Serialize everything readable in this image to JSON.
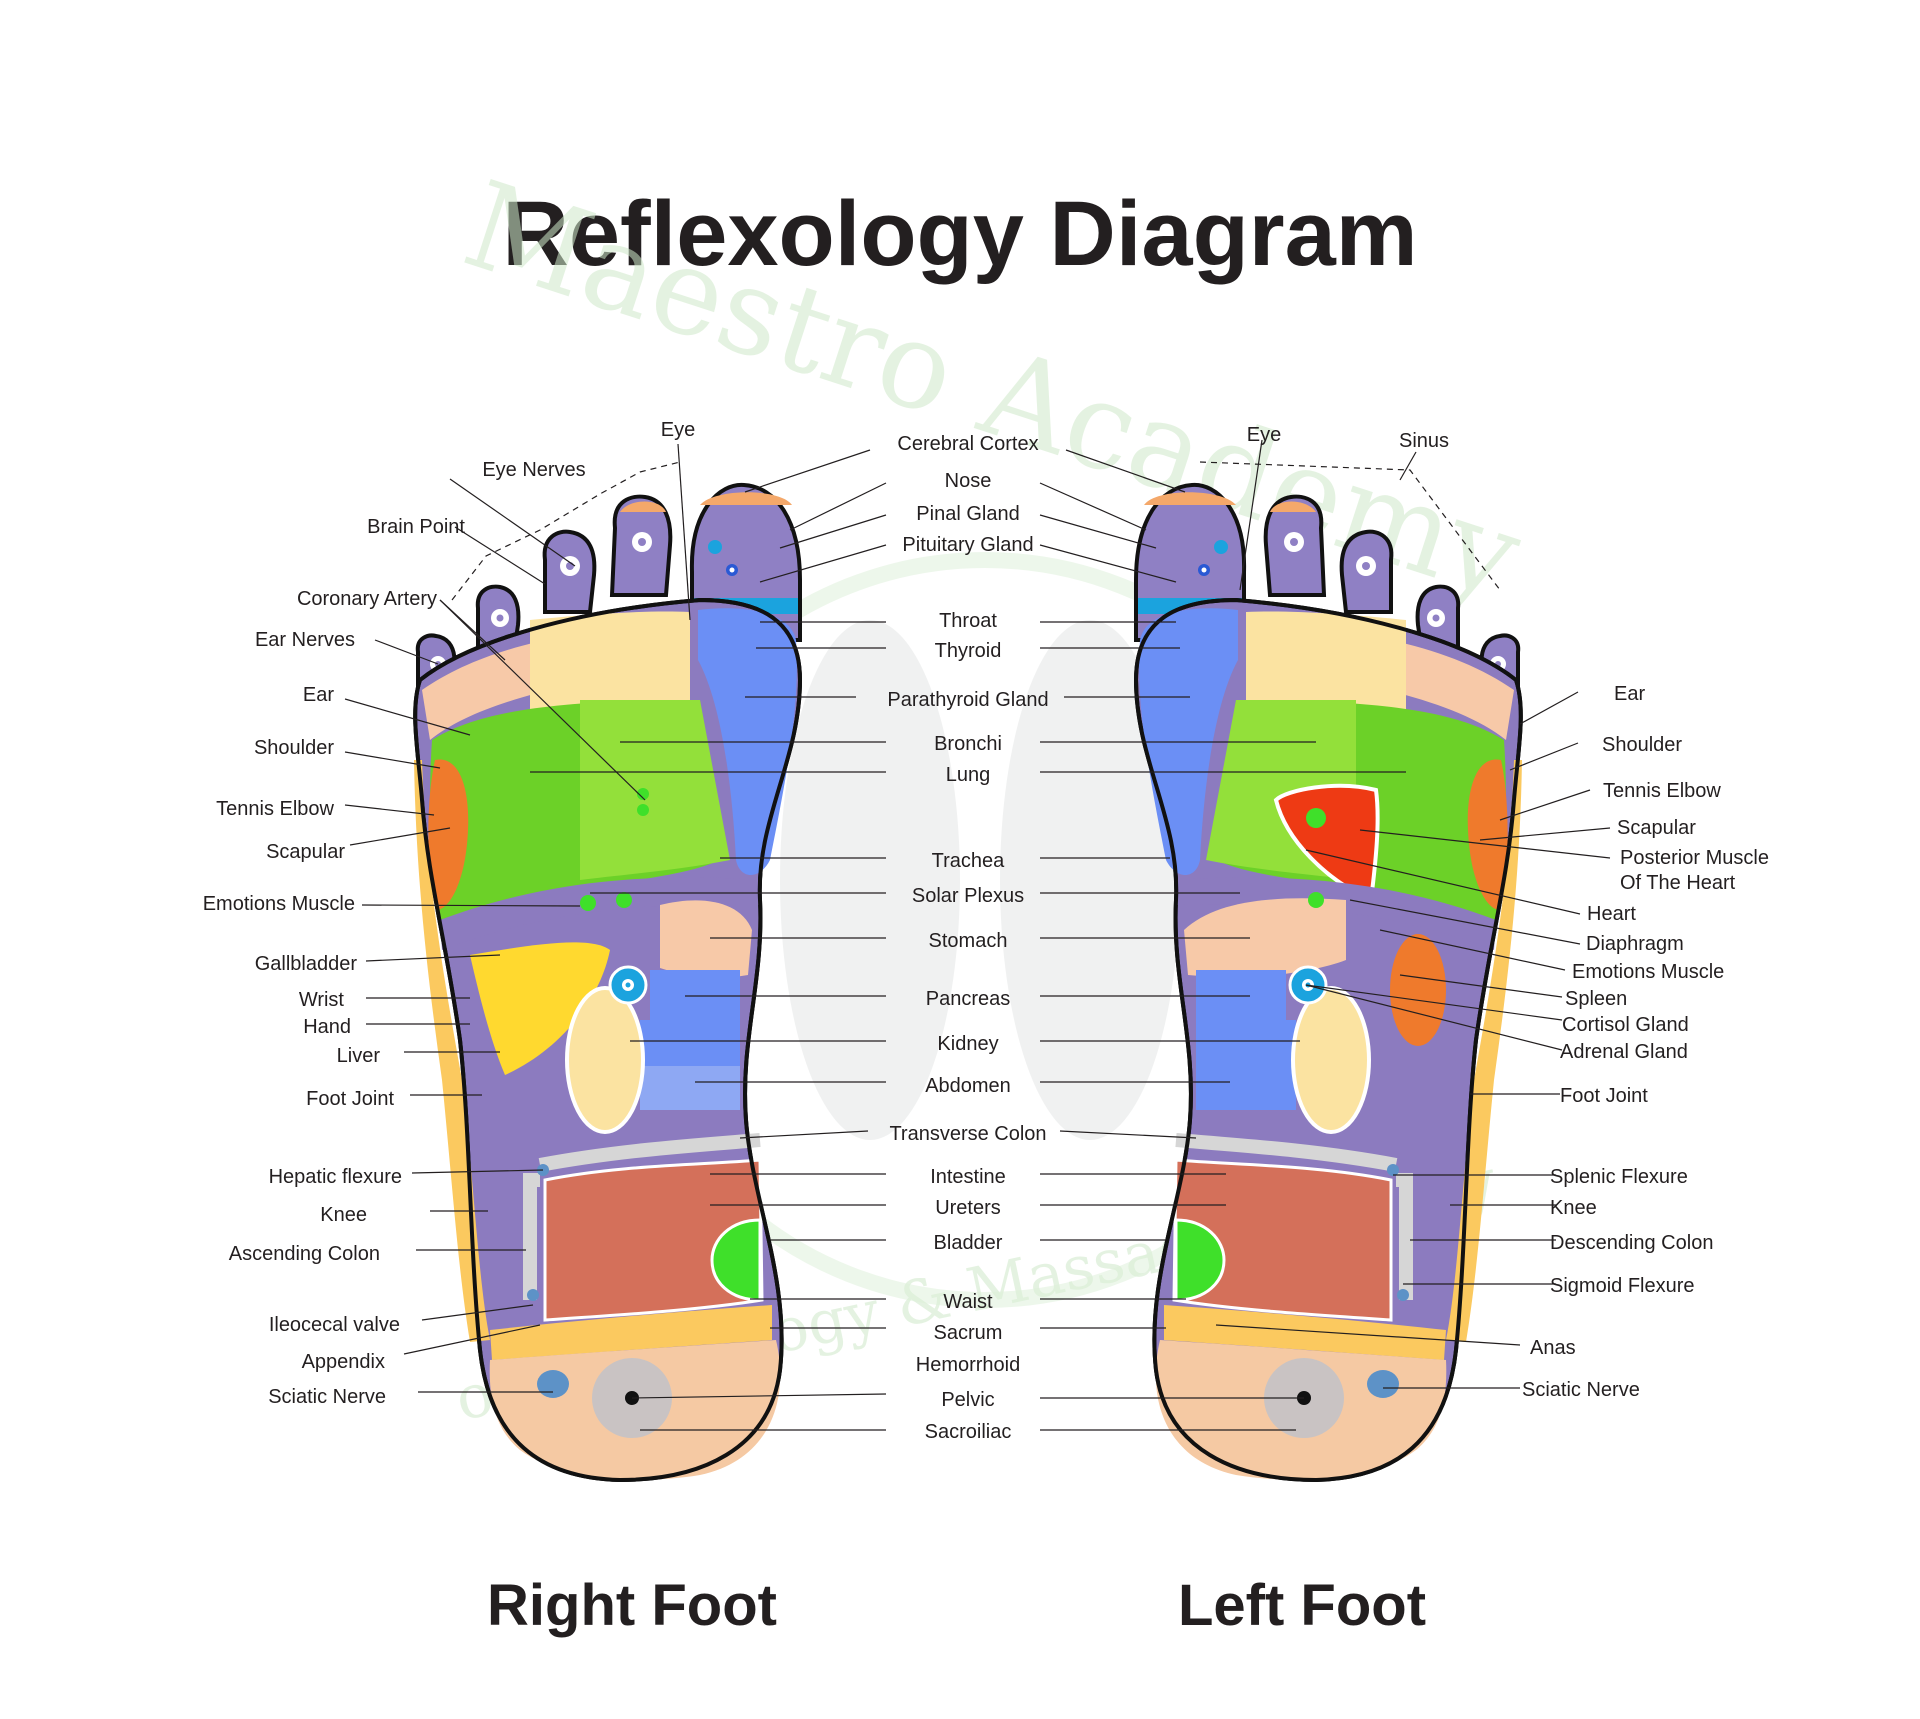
{
  "title": "Reflexology Diagram",
  "watermark": {
    "top": "Maestro Academy",
    "bottom": "of Reflexology & Massage Therapy"
  },
  "feet": {
    "right": "Right Foot",
    "left": "Left Foot"
  },
  "labels": {
    "right_side": {
      "eye": "Eye",
      "eye_nerves": "Eye Nerves",
      "brain_point": "Brain Point",
      "coronary_artery": "Coronary Artery",
      "ear_nerves": "Ear Nerves",
      "ear": "Ear",
      "shoulder": "Shoulder",
      "tennis_elbow": "Tennis Elbow",
      "scapular": "Scapular",
      "emotions_muscle": "Emotions Muscle",
      "gallbladder": "Gallbladder",
      "wrist": "Wrist",
      "hand": "Hand",
      "liver": "Liver",
      "foot_joint": "Foot Joint",
      "hepatic_flexure": "Hepatic flexure",
      "knee": "Knee",
      "ascending_colon": "Ascending Colon",
      "ileocecal_valve": "Ileocecal valve",
      "appendix": "Appendix",
      "sciatic_nerve": "Sciatic Nerve"
    },
    "center": {
      "cerebral_cortex": "Cerebral Cortex",
      "nose": "Nose",
      "pinal_gland": "Pinal Gland",
      "pituitary_gland": "Pituitary Gland",
      "throat": "Throat",
      "thyroid": "Thyroid",
      "parathyroid_gland": "Parathyroid Gland",
      "bronchi": "Bronchi",
      "lung": "Lung",
      "trachea": "Trachea",
      "solar_plexus": "Solar Plexus",
      "stomach": "Stomach",
      "pancreas": "Pancreas",
      "kidney": "Kidney",
      "abdomen": "Abdomen",
      "transverse_colon": "Transverse Colon",
      "intestine": "Intestine",
      "ureters": "Ureters",
      "bladder": "Bladder",
      "waist": "Waist",
      "sacrum": "Sacrum",
      "hemorrhoid": "Hemorrhoid",
      "pelvic": "Pelvic",
      "sacroiliac": "Sacroiliac"
    },
    "left_side": {
      "eye": "Eye",
      "sinus": "Sinus",
      "ear": "Ear",
      "shoulder": "Shoulder",
      "tennis_elbow": "Tennis Elbow",
      "scapular": "Scapular",
      "posterior_muscle_1": "Posterior Muscle",
      "posterior_muscle_2": "Of The Heart",
      "heart": "Heart",
      "diaphragm": "Diaphragm",
      "emotions_muscle": "Emotions Muscle",
      "spleen": "Spleen",
      "cortisol_gland": "Cortisol Gland",
      "adrenal_gland": "Adrenal Gland",
      "foot_joint": "Foot Joint",
      "splenic_flexure": "Splenic Flexure",
      "knee": "Knee",
      "descending_colon": "Descending Colon",
      "sigmoid_flexure": "Sigmoid Flexure",
      "anas": "Anas",
      "sciatic_nerve": "Sciatic Nerve"
    }
  },
  "colors": {
    "purple": "#8c7bbf",
    "toe_purple": "#8f80c4",
    "peach": "#f7c9a8",
    "light_yellow": "#fbe3a1",
    "green": "#6cd128",
    "light_green": "#93e03a",
    "blue": "#6b8ff5",
    "light_blue": "#8ea8f3",
    "orange": "#ef7a2c",
    "yellow": "#ffd92f",
    "brown": "#d4705a",
    "gray": "#d6d6d6",
    "cyan": "#1ba3de",
    "bright_green": "#3fe02a",
    "red": "#ee3a14",
    "side_yellow": "#fbc95f",
    "sole_tan": "#f5c9a3",
    "sciatic_blue": "#5d92c7",
    "outline": "#111111"
  }
}
